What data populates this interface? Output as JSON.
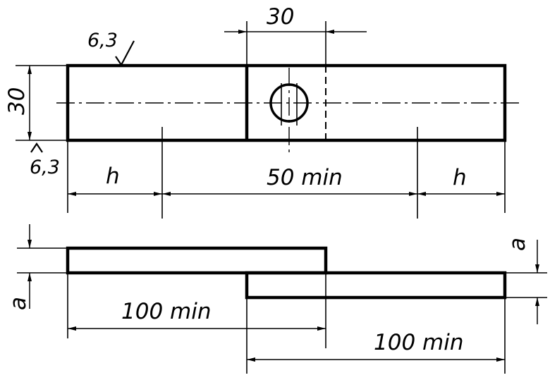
{
  "top_view": {
    "dim_top_width": "30",
    "dim_height": "30",
    "roughness_top": "6,3",
    "roughness_bottom": "6,3",
    "dim_left": "h",
    "dim_middle": "50 min",
    "dim_right": "h"
  },
  "side_view": {
    "dim_a_left": "a",
    "dim_a_right": "a",
    "dim_overlap_left": "100 min",
    "dim_overlap_right": "100 min"
  }
}
